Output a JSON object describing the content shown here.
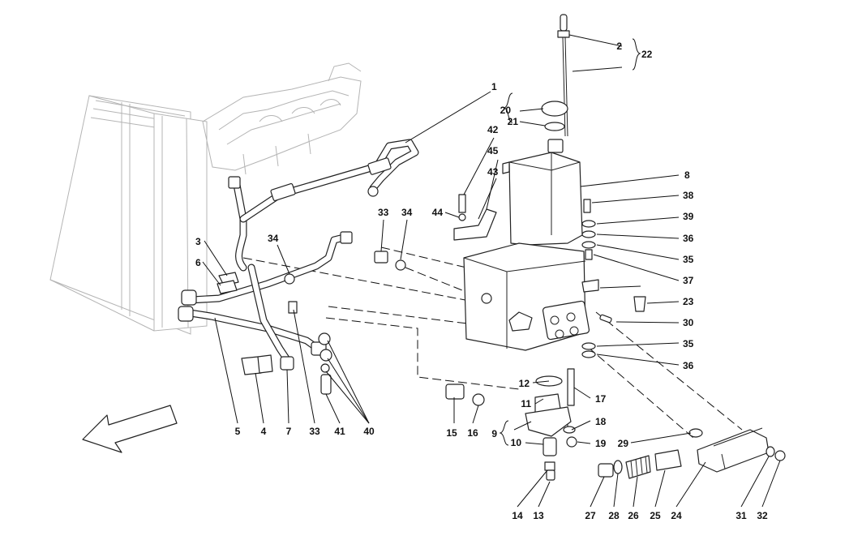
{
  "diagram": {
    "labels": [
      {
        "id": "2",
        "text": "2"
      },
      {
        "id": "22",
        "text": "22"
      },
      {
        "id": "1",
        "text": "1"
      },
      {
        "id": "20",
        "text": "20"
      },
      {
        "id": "21",
        "text": "21"
      },
      {
        "id": "42",
        "text": "42"
      },
      {
        "id": "45",
        "text": "45"
      },
      {
        "id": "43",
        "text": "43"
      },
      {
        "id": "44",
        "text": "44"
      },
      {
        "id": "8",
        "text": "8"
      },
      {
        "id": "38",
        "text": "38"
      },
      {
        "id": "39",
        "text": "39"
      },
      {
        "id": "36a",
        "text": "36"
      },
      {
        "id": "35a",
        "text": "35"
      },
      {
        "id": "37",
        "text": "37"
      },
      {
        "id": "23",
        "text": "23"
      },
      {
        "id": "30",
        "text": "30"
      },
      {
        "id": "35b",
        "text": "35"
      },
      {
        "id": "36b",
        "text": "36"
      },
      {
        "id": "33a",
        "text": "33"
      },
      {
        "id": "34a",
        "text": "34"
      },
      {
        "id": "34b",
        "text": "34"
      },
      {
        "id": "3",
        "text": "3"
      },
      {
        "id": "6",
        "text": "6"
      },
      {
        "id": "12",
        "text": "12"
      },
      {
        "id": "17",
        "text": "17"
      },
      {
        "id": "11",
        "text": "11"
      },
      {
        "id": "18",
        "text": "18"
      },
      {
        "id": "9",
        "text": "9"
      },
      {
        "id": "10",
        "text": "10"
      },
      {
        "id": "19",
        "text": "19"
      },
      {
        "id": "29",
        "text": "29"
      },
      {
        "id": "5",
        "text": "5"
      },
      {
        "id": "4",
        "text": "4"
      },
      {
        "id": "7",
        "text": "7"
      },
      {
        "id": "33b",
        "text": "33"
      },
      {
        "id": "41",
        "text": "41"
      },
      {
        "id": "40",
        "text": "40"
      },
      {
        "id": "15",
        "text": "15"
      },
      {
        "id": "16",
        "text": "16"
      },
      {
        "id": "14",
        "text": "14"
      },
      {
        "id": "13",
        "text": "13"
      },
      {
        "id": "27",
        "text": "27"
      },
      {
        "id": "28",
        "text": "28"
      },
      {
        "id": "26",
        "text": "26"
      },
      {
        "id": "25",
        "text": "25"
      },
      {
        "id": "24",
        "text": "24"
      },
      {
        "id": "31",
        "text": "31"
      },
      {
        "id": "32",
        "text": "32"
      }
    ]
  }
}
